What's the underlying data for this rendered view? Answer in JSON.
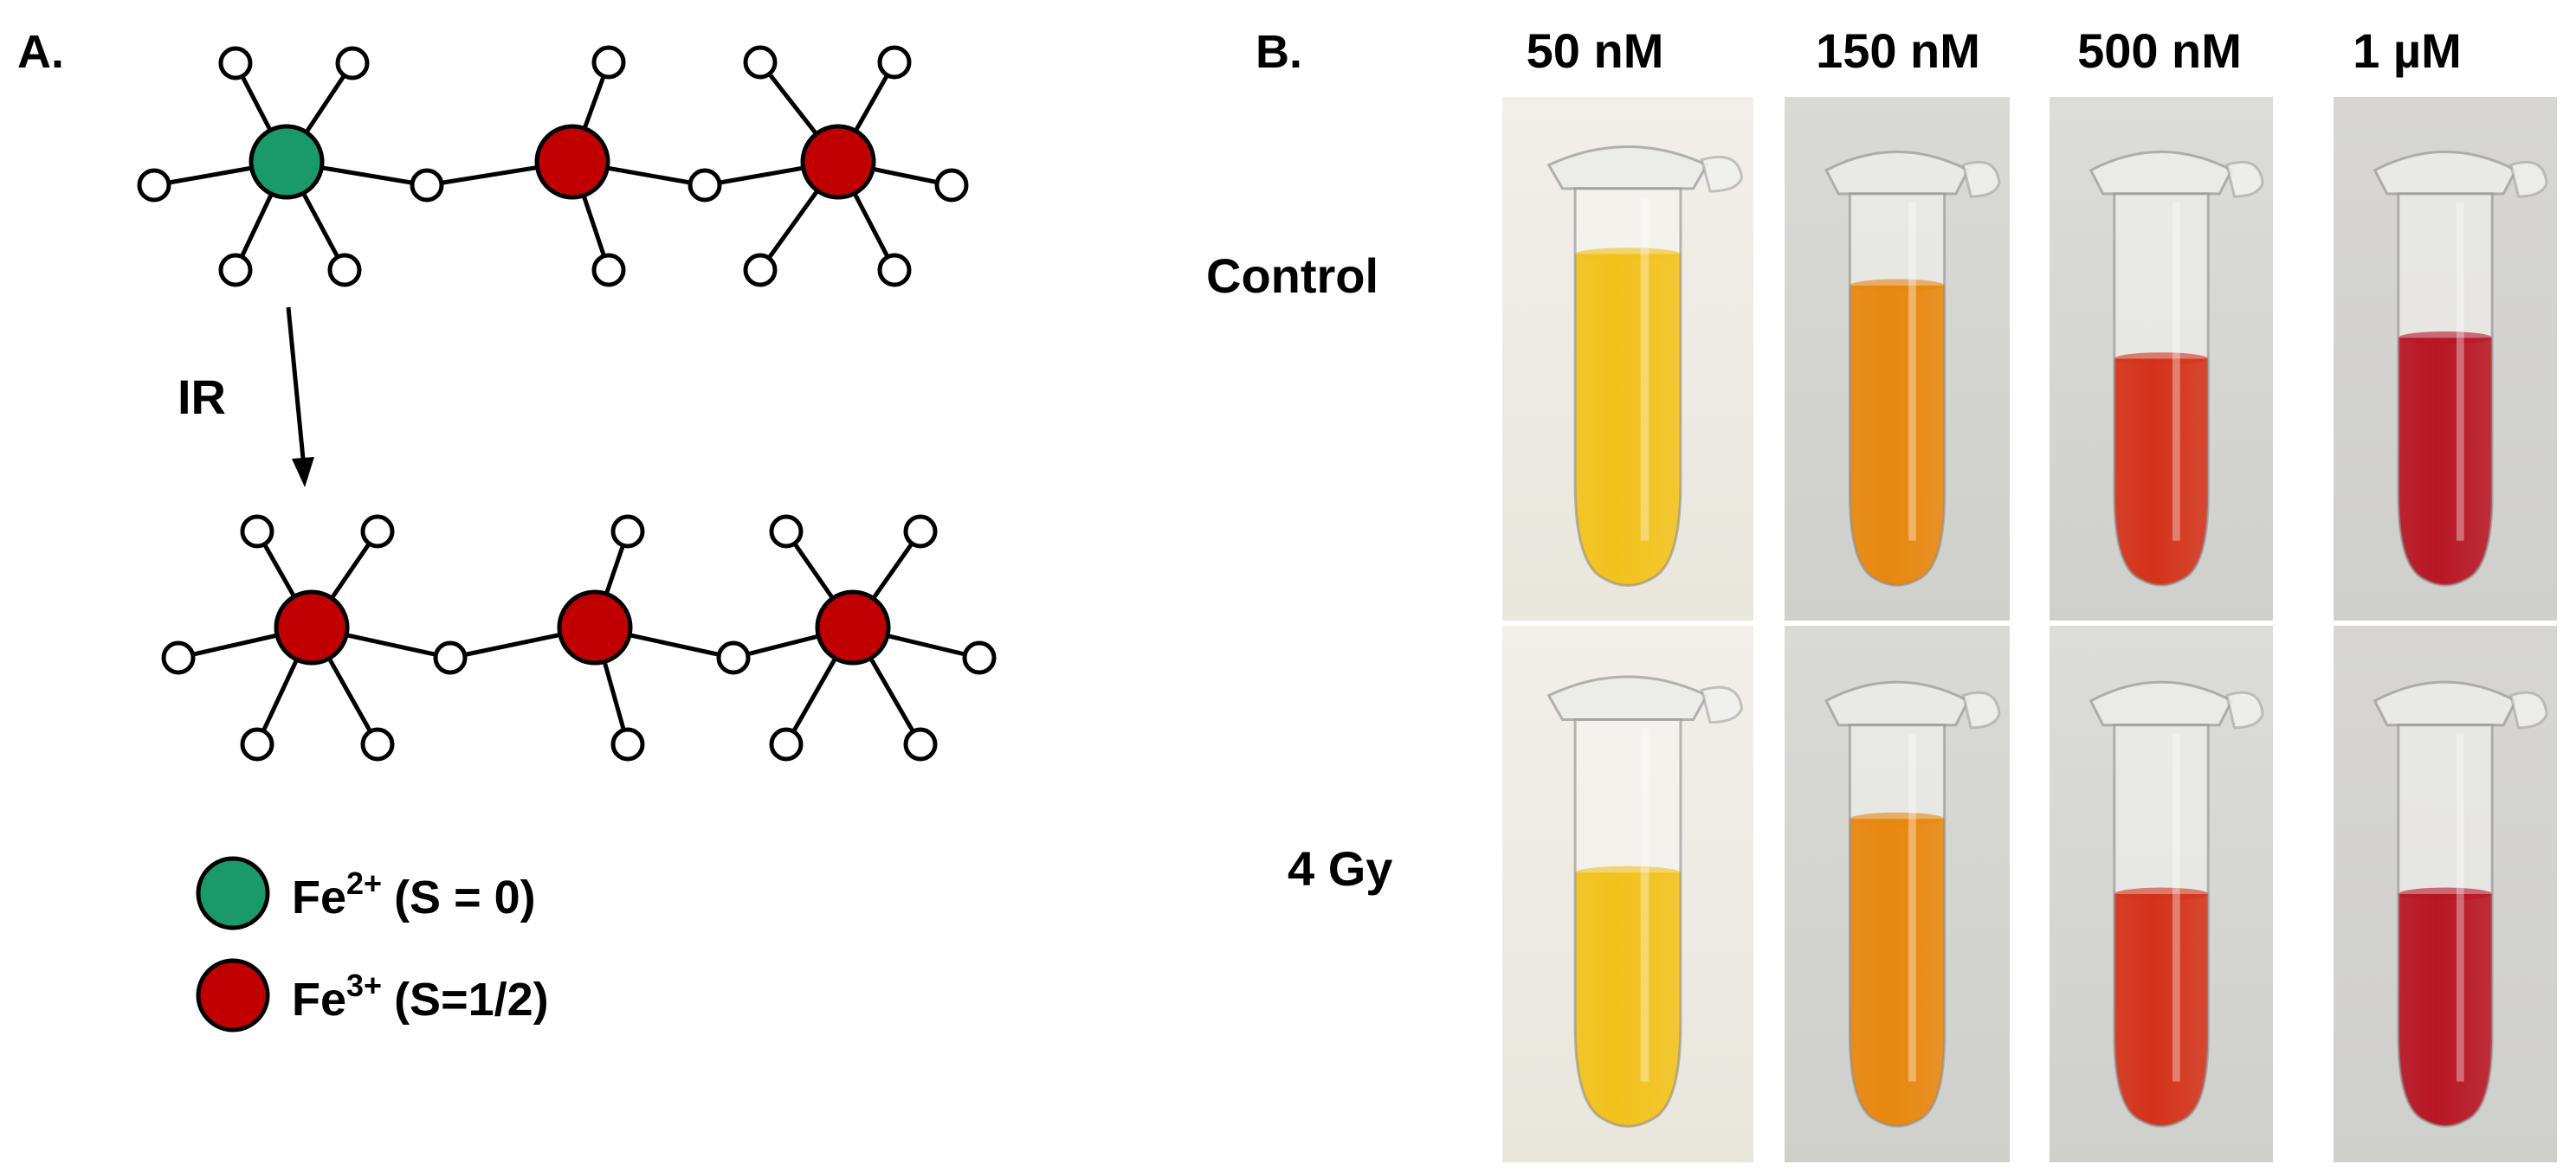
{
  "panel_a": {
    "label": "A.",
    "arrow_label": "IR",
    "legend": [
      {
        "ion": "Fe",
        "charge": "2+",
        "spin": "(S = 0)",
        "color": "#1a9a6a"
      },
      {
        "ion": "Fe",
        "charge": "3+",
        "spin": "(S=1/2)",
        "color": "#c00000"
      }
    ],
    "top_chain_centers": [
      "Fe2+",
      "Fe3+",
      "Fe3+"
    ],
    "bottom_chain_centers": [
      "Fe3+",
      "Fe3+",
      "Fe3+"
    ]
  },
  "panel_b": {
    "label": "B.",
    "concentrations": [
      "50 nM",
      "150 nM",
      "500 nM",
      "1 µM"
    ],
    "rows": [
      "Control",
      "4 Gy"
    ],
    "liquid_colors": [
      "#f2c21c",
      "#e8870f",
      "#d4331a",
      "#b81624"
    ],
    "photo_backgrounds": [
      "#f1efe8",
      "#d9d9d6",
      "#dcdcda",
      "#d7d6d3"
    ]
  }
}
